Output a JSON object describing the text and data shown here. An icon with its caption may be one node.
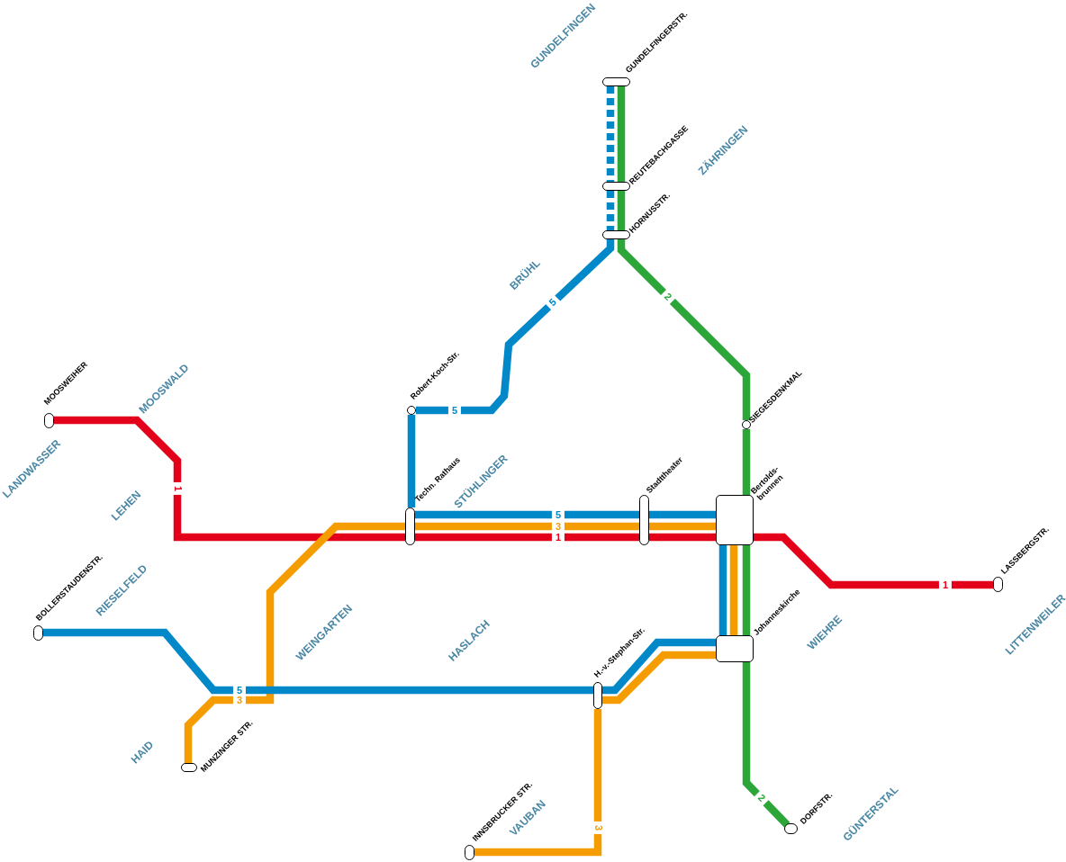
{
  "diagram": {
    "nodes": [
      {
        "text": [],
        "shape": "box",
        "beside": [
          "GUNDELFINGERSTR."
        ]
      },
      {
        "text": [],
        "shape": "box",
        "beside": [
          "REUTEBACHGASSE"
        ]
      },
      {
        "text": [],
        "shape": "box",
        "beside": [
          "HORNUSSTR."
        ]
      },
      {
        "text": [],
        "shape": "circle",
        "beside": [
          "Robert-Koch-Str."
        ]
      },
      {
        "text": [],
        "shape": "box",
        "beside": [
          "MOOSWEIHER"
        ]
      },
      {
        "text": [],
        "shape": "circle",
        "beside": [
          "SIEGESDENKMAL"
        ]
      },
      {
        "text": [],
        "shape": "box",
        "beside": [
          "Techn. Rathaus"
        ]
      },
      {
        "text": [],
        "shape": "box",
        "beside": [
          "Stadttheater"
        ]
      },
      {
        "text": [],
        "shape": "box",
        "beside": [
          "Bertolds- brunnen"
        ]
      },
      {
        "text": [],
        "shape": "box",
        "beside": [
          "LASSBERGSTR."
        ]
      },
      {
        "text": [],
        "shape": "box",
        "beside": [
          "BOLLERSTAUDENSTR."
        ]
      },
      {
        "text": [],
        "shape": "box",
        "beside": [
          "Johanneskirche"
        ]
      },
      {
        "text": [],
        "shape": "box",
        "beside": [
          "H.-v.-Stephan-Str."
        ]
      },
      {
        "text": [],
        "shape": "box",
        "beside": [
          "MUNZINGER STR."
        ]
      },
      {
        "text": [],
        "shape": "box",
        "beside": [
          "DORFSTR."
        ]
      },
      {
        "text": [],
        "shape": "box",
        "beside": [
          "INNSBRUCKER STR."
        ]
      }
    ],
    "edges": [
      {
        "from": 0,
        "to": 1,
        "arrow": "none",
        "style": "dashed",
        "color": "#0088c8"
      },
      {
        "from": 0,
        "to": 1,
        "arrow": "none",
        "color": "#2ca639"
      },
      {
        "from": 1,
        "to": 2,
        "arrow": "none",
        "style": "dashed",
        "color": "#0088c8"
      },
      {
        "from": 1,
        "to": 2,
        "arrow": "none",
        "color": "#2ca639"
      },
      {
        "from": 2,
        "to": 3,
        "arrow": "none",
        "label": "5",
        "color": "#0088c8"
      },
      {
        "from": 2,
        "to": 5,
        "arrow": "none",
        "label": "2",
        "color": "#2ca639"
      },
      {
        "from": 4,
        "to": 6,
        "arrow": "none",
        "label": "1",
        "color": "#e2001a"
      },
      {
        "from": 3,
        "to": 6,
        "arrow": "none",
        "color": "#0088c8"
      },
      {
        "from": 13,
        "to": 6,
        "arrow": "none",
        "label": "3",
        "color": "#f49c00"
      },
      {
        "from": 6,
        "to": 7,
        "arrow": "none",
        "label": "5",
        "color": "#0088c8"
      },
      {
        "from": 6,
        "to": 7,
        "arrow": "none",
        "label": "3",
        "color": "#f49c00"
      },
      {
        "from": 6,
        "to": 7,
        "arrow": "none",
        "label": "1",
        "color": "#e2001a"
      },
      {
        "from": 7,
        "to": 8,
        "arrow": "none",
        "color": "#0088c8"
      },
      {
        "from": 7,
        "to": 8,
        "arrow": "none",
        "color": "#f49c00"
      },
      {
        "from": 7,
        "to": 8,
        "arrow": "none",
        "color": "#e2001a"
      },
      {
        "from": 5,
        "to": 8,
        "arrow": "none",
        "color": "#2ca639"
      },
      {
        "from": 8,
        "to": 9,
        "arrow": "none",
        "label": "1",
        "color": "#e2001a"
      },
      {
        "from": 8,
        "to": 11,
        "arrow": "none",
        "color": "#0088c8"
      },
      {
        "from": 8,
        "to": 11,
        "arrow": "none",
        "color": "#f49c00"
      },
      {
        "from": 8,
        "to": 11,
        "arrow": "none",
        "color": "#2ca639"
      },
      {
        "from": 11,
        "to": 12,
        "arrow": "none",
        "color": "#0088c8"
      },
      {
        "from": 11,
        "to": 12,
        "arrow": "none",
        "color": "#f49c00"
      },
      {
        "from": 10,
        "to": 12,
        "arrow": "none",
        "label": "5",
        "color": "#0088c8"
      },
      {
        "from": 11,
        "to": 14,
        "arrow": "none",
        "label": "2",
        "color": "#2ca639"
      },
      {
        "from": 12,
        "to": 15,
        "arrow": "none",
        "label": "3",
        "color": "#f49c00"
      }
    ],
    "labels": [
      "GUNDELFINGEN",
      "ZÄHRINGEN",
      "BRÜHL",
      "MOOSWALD",
      "5",
      "LANDWASSER",
      "STÜHLINGER",
      "LEHEN",
      "RIESELFELD",
      "LITTENWEILER",
      "WEINGARTEN",
      "WIEHRE",
      "HASLACH",
      "HAID",
      "GÜNTERSTAL",
      "VAUBAN"
    ]
  }
}
